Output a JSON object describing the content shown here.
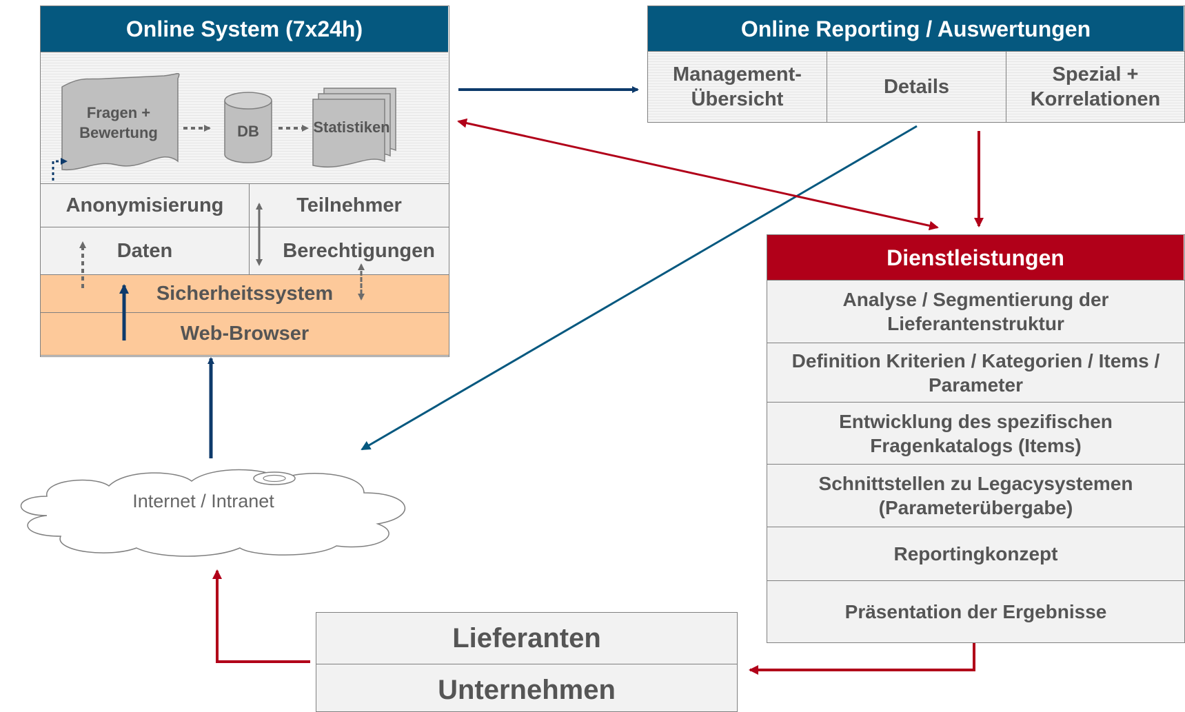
{
  "online_system": {
    "title": "Online System (7x24h)",
    "questions": "Fragen + Bewertung",
    "db": "DB",
    "stats": "Statistiken",
    "anonymization": "Anonymisierung",
    "participants": "Teilnehmer",
    "data": "Daten",
    "permissions": "Berechtigungen",
    "security": "Sicherheitssystem",
    "browser": "Web-Browser"
  },
  "reporting": {
    "title": "Online Reporting / Auswertungen",
    "management": "Management-\nÜbersicht",
    "details": "Details",
    "special": "Spezial +\nKorrelationen"
  },
  "services": {
    "title": "Dienstleistungen",
    "items": [
      "Analyse / Segmentierung der Lieferantenstruktur",
      "Definition Kriterien / Kategorien / Items / Parameter",
      "Entwicklung des spezifischen Fragenkatalogs (Items)",
      "Schnittstellen zu Legacysystemen (Parameterübergabe)",
      "Reportingkonzept",
      "Präsentation der Ergebnisse"
    ]
  },
  "cloud": {
    "label": "Internet / Intranet"
  },
  "parties": {
    "suppliers": "Lieferanten",
    "company": "Unternehmen"
  },
  "colors": {
    "blue": "#05587f",
    "navy": "#0d3a6b",
    "red": "#b10019",
    "orange": "#fdc99a"
  }
}
